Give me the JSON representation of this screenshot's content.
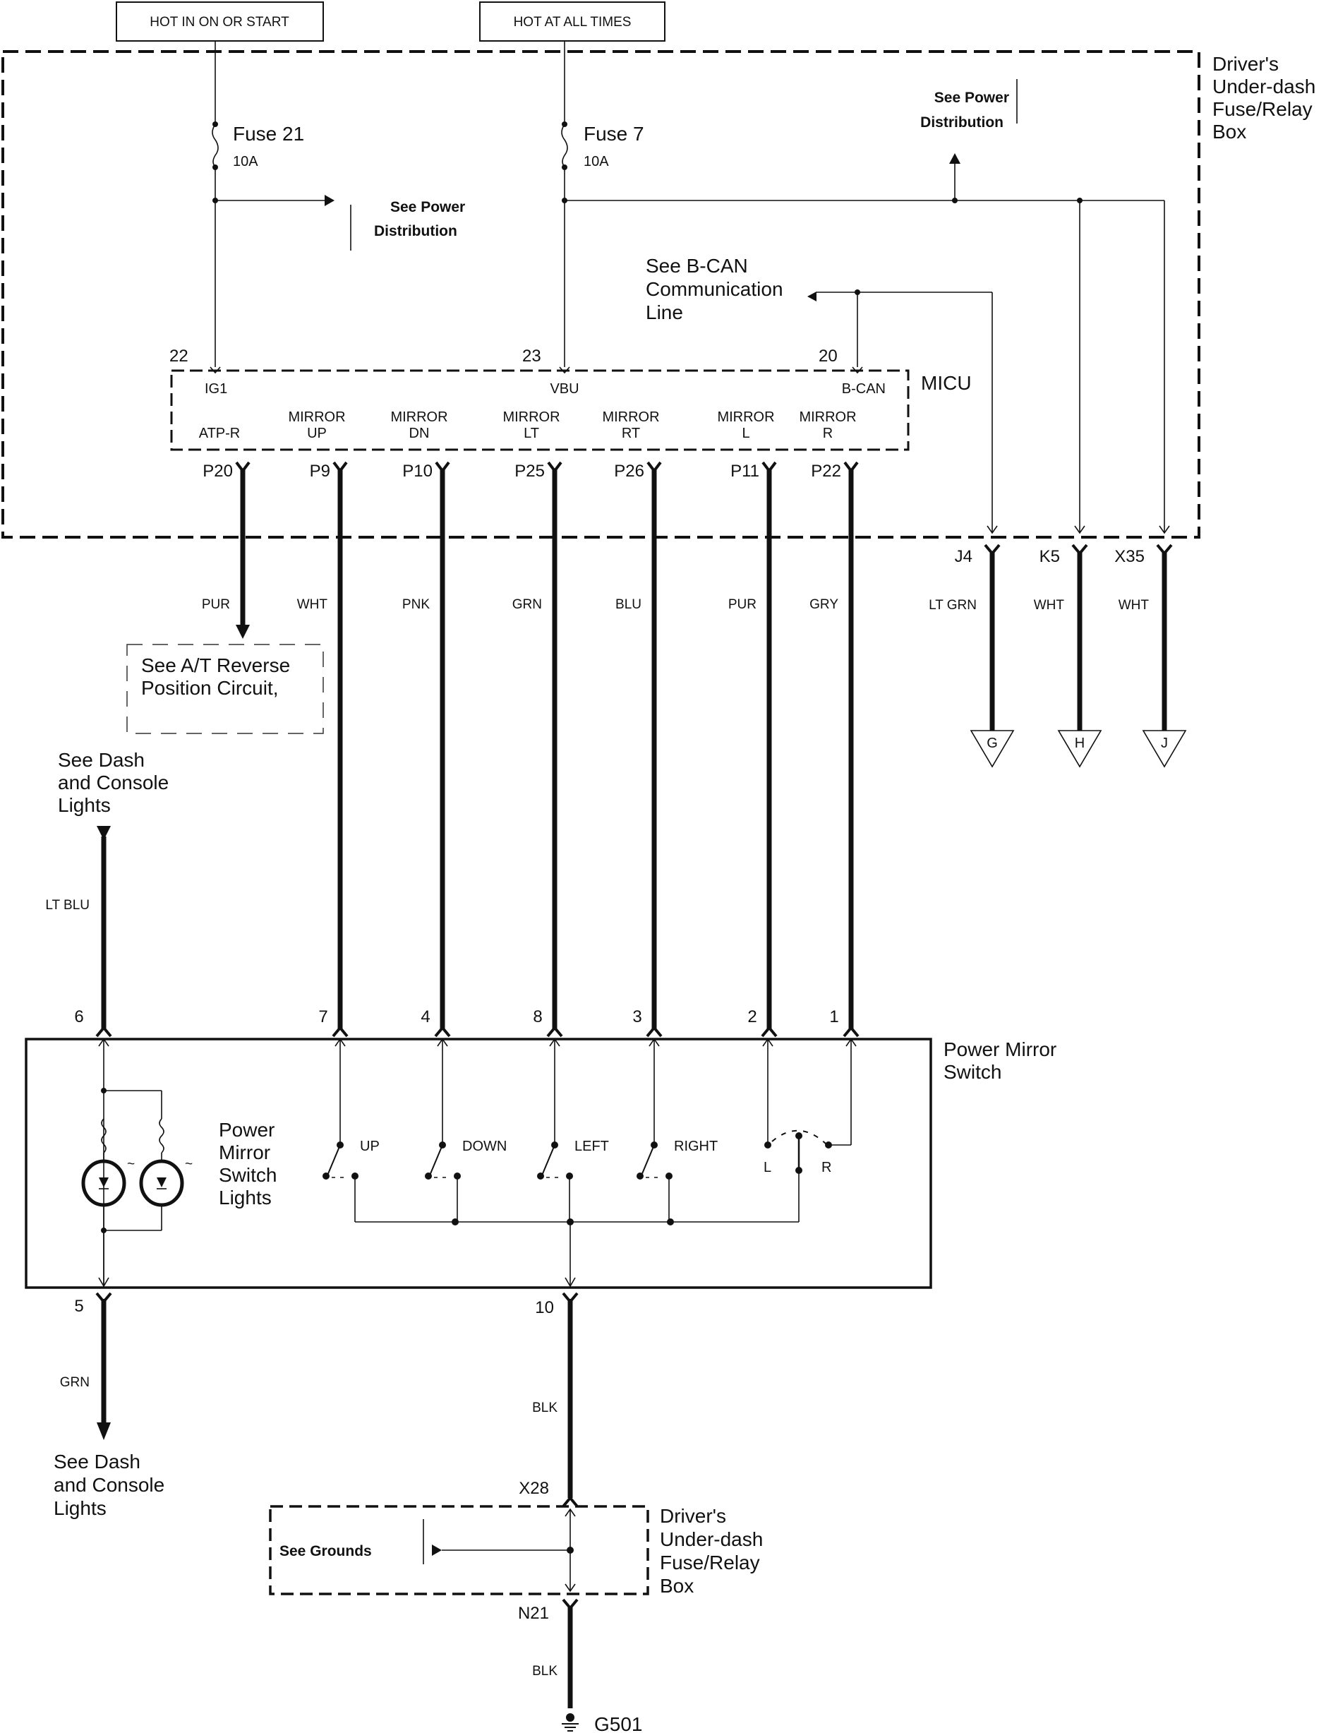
{
  "power_sources": {
    "ign": "HOT IN ON OR START",
    "bat": "HOT AT ALL TIMES"
  },
  "fuse_box_top": {
    "label_lines": [
      "Driver's",
      "Under-dash",
      "Fuse/Relay",
      "Box"
    ],
    "fuses": [
      {
        "name": "Fuse 21",
        "rating": "10A"
      },
      {
        "name": "Fuse 7",
        "rating": "10A"
      }
    ],
    "power_dist_left": [
      "See Power",
      "Distribution"
    ],
    "power_dist_right": [
      "See Power",
      "Distribution"
    ],
    "bcan_ref": [
      "See B-CAN",
      "Communication",
      "Line"
    ]
  },
  "micu": {
    "label": "MICU",
    "inputs": [
      {
        "pin": "22",
        "name": "IG1"
      },
      {
        "pin": "23",
        "name": "VBU"
      },
      {
        "pin": "20",
        "name": "B-CAN"
      }
    ],
    "outputs": [
      {
        "pin": "P20",
        "name_lines": [
          "",
          "ATP-R"
        ],
        "wire": "PUR",
        "switch_pin": ""
      },
      {
        "pin": "P9",
        "name_lines": [
          "MIRROR",
          "UP"
        ],
        "wire": "WHT",
        "switch_pin": "7"
      },
      {
        "pin": "P10",
        "name_lines": [
          "MIRROR",
          "DN"
        ],
        "wire": "PNK",
        "switch_pin": "4"
      },
      {
        "pin": "P25",
        "name_lines": [
          "MIRROR",
          "LT"
        ],
        "wire": "GRN",
        "switch_pin": "8"
      },
      {
        "pin": "P26",
        "name_lines": [
          "MIRROR",
          "RT"
        ],
        "wire": "BLU",
        "switch_pin": "3"
      },
      {
        "pin": "P11",
        "name_lines": [
          "MIRROR",
          "L"
        ],
        "wire": "PUR",
        "switch_pin": "2"
      },
      {
        "pin": "P22",
        "name_lines": [
          "MIRROR",
          "R"
        ],
        "wire": "GRY",
        "switch_pin": "1"
      }
    ]
  },
  "fuse_box_outputs": [
    {
      "pin": "J4",
      "wire": "LT GRN",
      "connector": "G"
    },
    {
      "pin": "K5",
      "wire": "WHT",
      "connector": "H"
    },
    {
      "pin": "X35",
      "wire": "WHT",
      "connector": "J"
    }
  ],
  "atr_ref": [
    "See A/T Reverse",
    "Position Circuit,"
  ],
  "dash_ref_top": [
    "See Dash",
    "and Console",
    "Lights"
  ],
  "dash_ref_bottom": [
    "See Dash",
    "and Console",
    "Lights"
  ],
  "illum_in": {
    "pin": "6",
    "wire": "LT BLU"
  },
  "illum_out": {
    "pin": "5",
    "wire": "GRN"
  },
  "switch": {
    "label_lines": [
      "Power Mirror",
      "Switch"
    ],
    "lights_label": [
      "Power",
      "Mirror",
      "Switch",
      "Lights"
    ],
    "contacts": [
      "UP",
      "DOWN",
      "LEFT",
      "RIGHT"
    ],
    "selector": [
      "L",
      "R"
    ],
    "ground_pin": "10"
  },
  "ground_path": {
    "wire_upper": "BLK",
    "box_in_pin": "X28",
    "box_out_pin": "N21",
    "wire_lower": "BLK",
    "ground": "G501",
    "box_label_lines": [
      "Driver's",
      "Under-dash",
      "Fuse/Relay",
      "Box"
    ],
    "grounds_ref": "See Grounds"
  }
}
